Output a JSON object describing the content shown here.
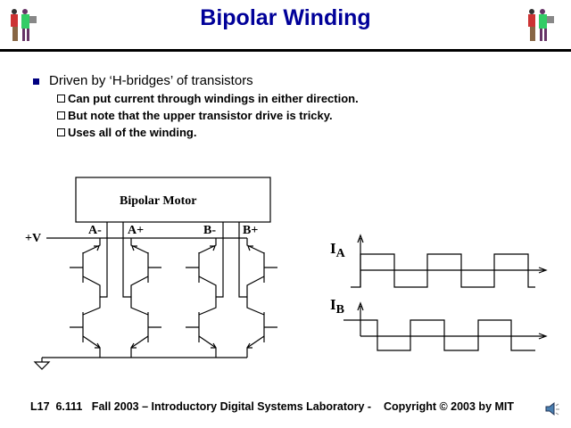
{
  "title": "Bipolar Winding",
  "bullets": {
    "main": "Driven by ‘H-bridges’ of transistors",
    "sub": [
      "Can put current through windings in either direction.",
      "But note that the upper transistor drive is tricky.",
      "Uses all of the winding."
    ]
  },
  "diagram": {
    "motor_label": "Bipolar Motor",
    "supply_label": "+V",
    "terminals": [
      "A-",
      "A+",
      "B-",
      "B+"
    ]
  },
  "waveforms": {
    "ia_label": "I",
    "ia_sub": "A",
    "ib_label": "I",
    "ib_sub": "B"
  },
  "footer": "L17  6.111   Fall 2003 – Introductory Digital Systems Laboratory -    Copyright © 2003 by MIT",
  "colors": {
    "title": "#000099",
    "bullet": "#000080"
  }
}
